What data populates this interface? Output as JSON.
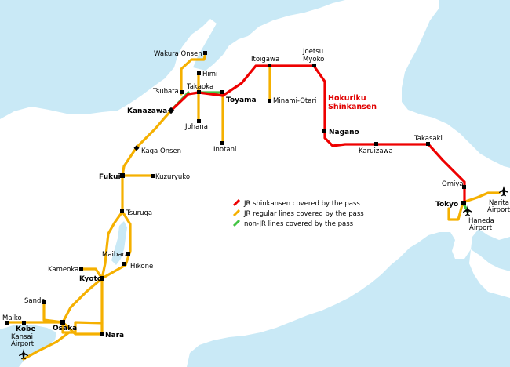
{
  "colors": {
    "water": "#c9e9f6",
    "land": "#ffffff",
    "shinkansen": "#ee0000",
    "jr_regular": "#f5b000",
    "non_jr": "#44c444",
    "station": "#000000"
  },
  "stations": [
    {
      "id": "wakura",
      "label": "Wakura Onsen"
    },
    {
      "id": "himi",
      "label": "Himi"
    },
    {
      "id": "tsubata",
      "label": "Tsubata"
    },
    {
      "id": "takaoka",
      "label": "Takaoka"
    },
    {
      "id": "toyama",
      "label": "Toyama"
    },
    {
      "id": "kanazawa",
      "label": "Kanazawa"
    },
    {
      "id": "johana",
      "label": "Johana"
    },
    {
      "id": "inotani",
      "label": "Inotani"
    },
    {
      "id": "itoigawa",
      "label": "Itoigawa"
    },
    {
      "id": "joetsu",
      "label": "Joetsu\nMyoko"
    },
    {
      "id": "minamiotari",
      "label": "Minami-Otari"
    },
    {
      "id": "nagano",
      "label": "Nagano"
    },
    {
      "id": "karuizawa",
      "label": "Karuizawa"
    },
    {
      "id": "takasaki",
      "label": "Takasaki"
    },
    {
      "id": "omiya",
      "label": "Omiya"
    },
    {
      "id": "tokyo",
      "label": "Tokyo"
    },
    {
      "id": "narita",
      "label": "Narita\nAirport"
    },
    {
      "id": "haneda",
      "label": "Haneda\nAirport"
    },
    {
      "id": "kaga",
      "label": "Kaga Onsen"
    },
    {
      "id": "fukui",
      "label": "Fukui"
    },
    {
      "id": "kuzuryuko",
      "label": "Kuzuryuko"
    },
    {
      "id": "tsuruga",
      "label": "Tsuruga"
    },
    {
      "id": "maibara",
      "label": "Maibara"
    },
    {
      "id": "hikone",
      "label": "Hikone"
    },
    {
      "id": "kameoka",
      "label": "Kameoka"
    },
    {
      "id": "kyoto",
      "label": "Kyoto"
    },
    {
      "id": "sanda",
      "label": "Sanda"
    },
    {
      "id": "maiko",
      "label": "Maiko"
    },
    {
      "id": "kobe",
      "label": "Kobe"
    },
    {
      "id": "osaka",
      "label": "Osaka"
    },
    {
      "id": "nara",
      "label": "Nara"
    },
    {
      "id": "kansai",
      "label": "Kansai\nAirport"
    }
  ],
  "line_label": "Hokuriku\nShinkansen",
  "legend": [
    {
      "kind": "shinkansen",
      "label": "JR shinkansen covered by the pass"
    },
    {
      "kind": "jr_regular",
      "label": "JR regular lines covered by the pass"
    },
    {
      "kind": "non_jr",
      "label": "non-JR lines covered by the pass"
    }
  ],
  "icons": [
    "airplane-icon"
  ]
}
